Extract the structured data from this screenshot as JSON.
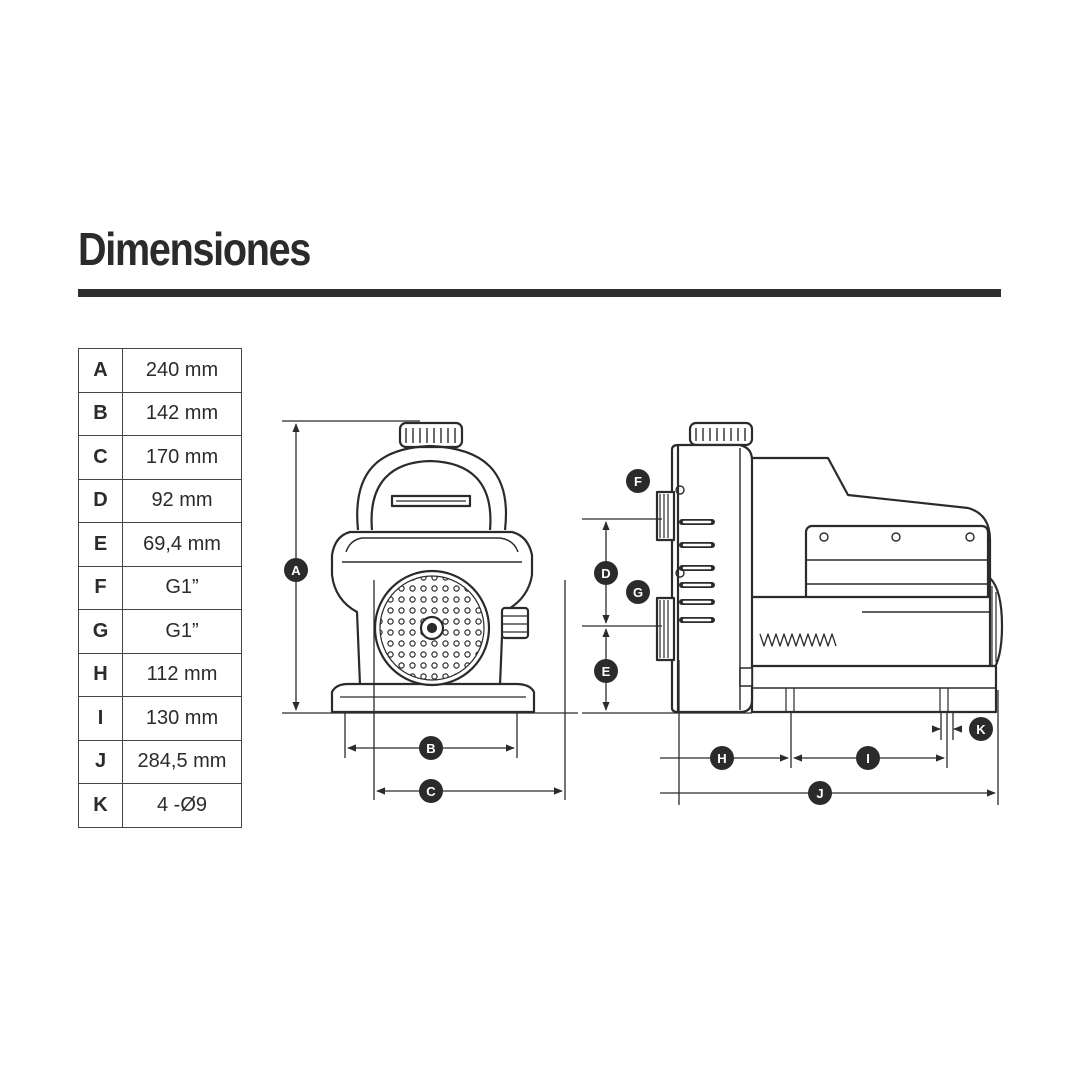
{
  "title": "Dimensiones",
  "dimensions": [
    {
      "key": "A",
      "value": "240 mm"
    },
    {
      "key": "B",
      "value": "142 mm"
    },
    {
      "key": "C",
      "value": "170 mm"
    },
    {
      "key": "D",
      "value": "92 mm"
    },
    {
      "key": "E",
      "value": "69,4 mm"
    },
    {
      "key": "F",
      "value": "G1”"
    },
    {
      "key": "G",
      "value": "G1”"
    },
    {
      "key": "H",
      "value": "112 mm"
    },
    {
      "key": "I",
      "value": "130 mm"
    },
    {
      "key": "J",
      "value": "284,5 mm"
    },
    {
      "key": "K",
      "value": "4 -Ø9"
    }
  ],
  "callouts": {
    "a": "A",
    "b": "B",
    "c": "C",
    "d": "D",
    "e": "E",
    "f": "F",
    "g": "G",
    "h": "H",
    "i": "I",
    "j": "J",
    "k": "K"
  },
  "colors": {
    "line": "#2b2b2b",
    "rule": "#2f2f2f",
    "callout_fill": "#2b2b2b",
    "callout_text": "#ffffff"
  }
}
